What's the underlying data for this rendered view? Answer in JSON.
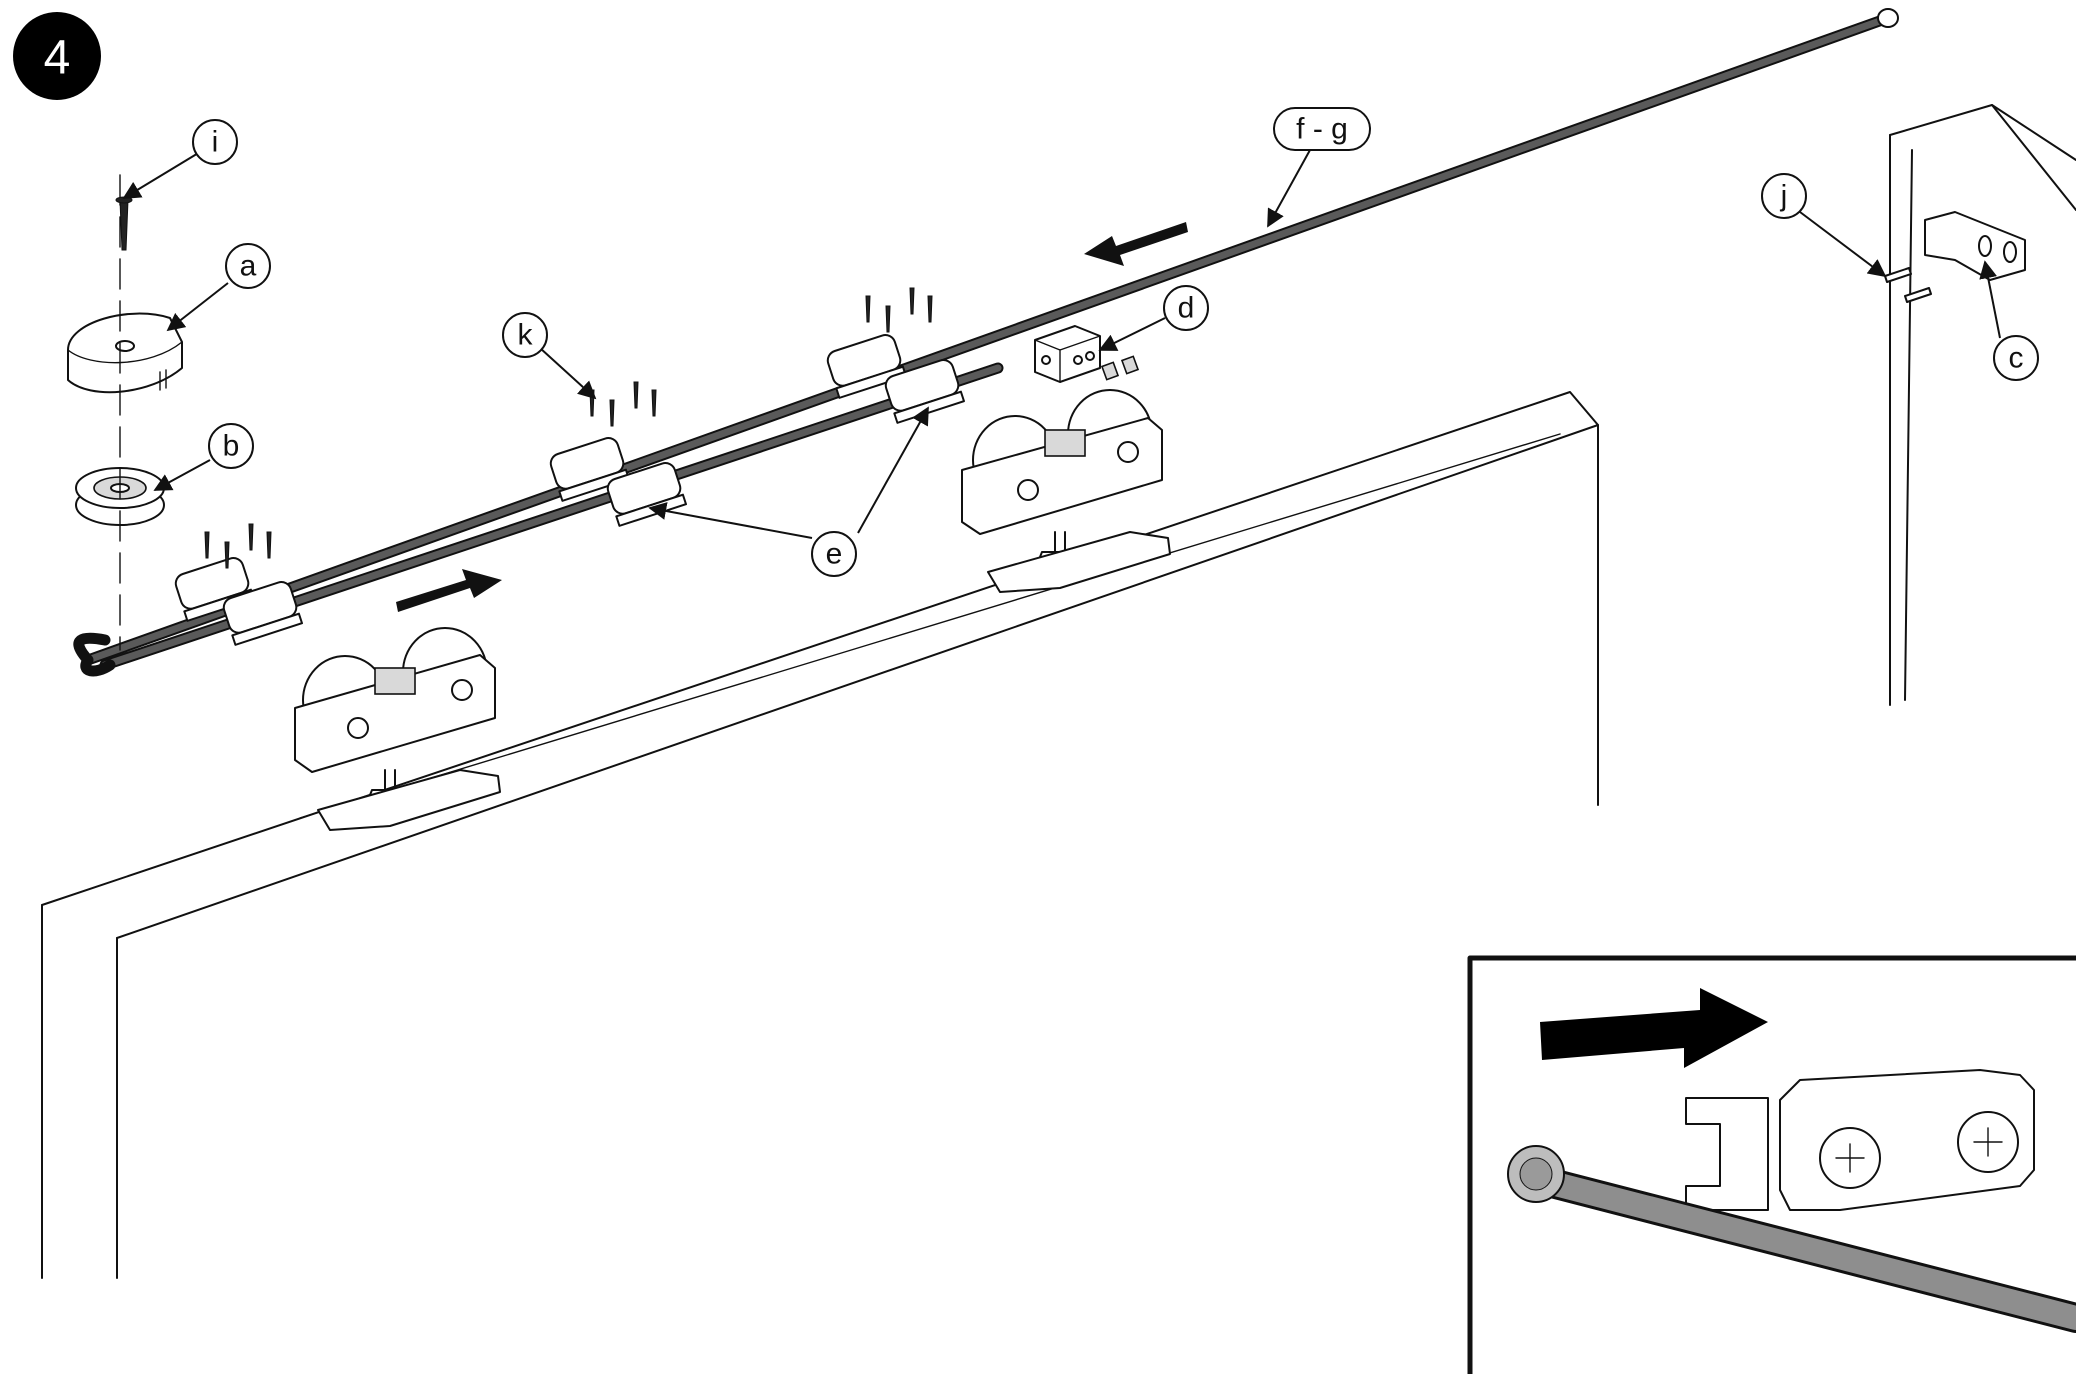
{
  "step_number": "4",
  "callouts": {
    "i": "i",
    "a": "a",
    "b": "b",
    "k": "k",
    "e": "e",
    "d": "d",
    "fg": "f - g",
    "j": "j",
    "c": "c"
  },
  "colors": {
    "line": "#111111",
    "rod": "#5a5a5a",
    "background": "#ffffff"
  }
}
